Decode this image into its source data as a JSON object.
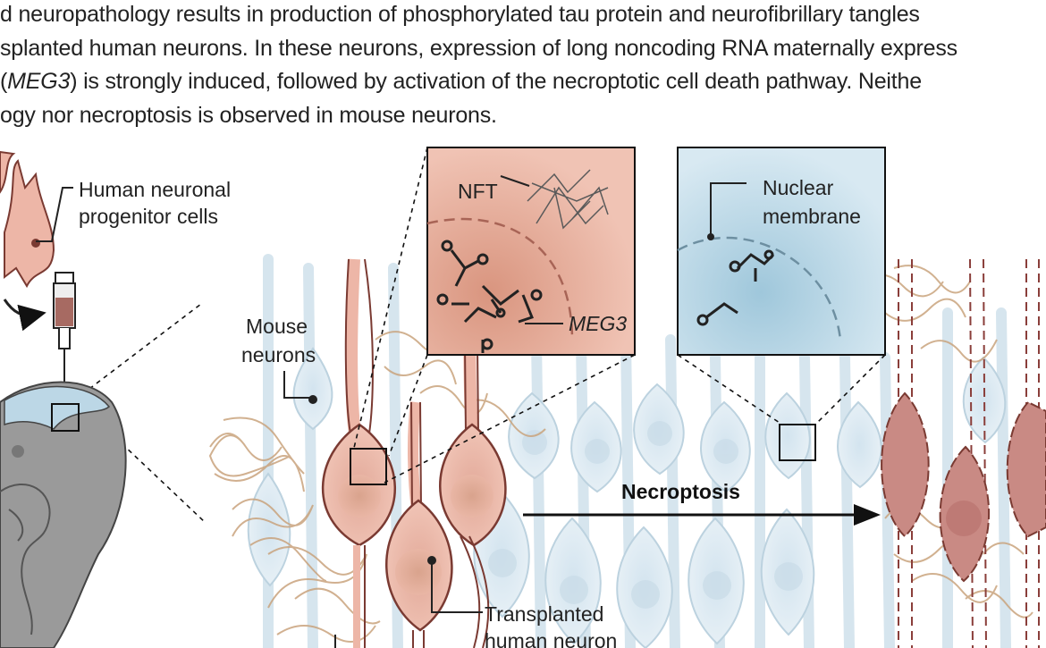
{
  "intro": {
    "line_1": "d neuropathology results in production of phosphorylated tau protein and neurofibrillary tangles",
    "line_2": "splanted human neurons. In these neurons, expression of long noncoding RNA maternally express",
    "line_3_italic": "MEG3",
    "line_3_after": ") is strongly induced, followed by activation of the necroptotic cell death pathway. Neithe",
    "line_3_before": "(",
    "line_4": "ogy nor necroptosis is observed in mouse neurons."
  },
  "labels": {
    "progenitor_line_1": "Human neuronal",
    "progenitor_line_2": "progenitor cells",
    "mouse_neurons_line_1": "Mouse",
    "mouse_neurons_line_2": "neurons",
    "nft": "NFT",
    "meg3": "MEG3",
    "nuclear_membrane_line_1": "Nuclear",
    "nuclear_membrane_line_2": "membrane",
    "necroptosis": "Necroptosis",
    "transplanted_line_1": "Transplanted",
    "transplanted_line_2": "human neuron"
  },
  "colors": {
    "human_neuron_fill": "#edb6a7",
    "human_neuron_stroke": "#7a3a32",
    "mouse_neuron_fill": "#dfeaf1",
    "mouse_neuron_stroke": "#b9cfdc",
    "tangle": "#c9a37d",
    "dying_neuron": "#c98a84",
    "human_inset_bg": "#e8b2a2",
    "mouse_inset_bg": "#cfe3ee",
    "mouse_body": "#9a9a9a"
  },
  "icons": [
    "syringe-icon",
    "rna-hairpin-icon",
    "tangle-fibers-icon",
    "mouse-pup-icon"
  ]
}
